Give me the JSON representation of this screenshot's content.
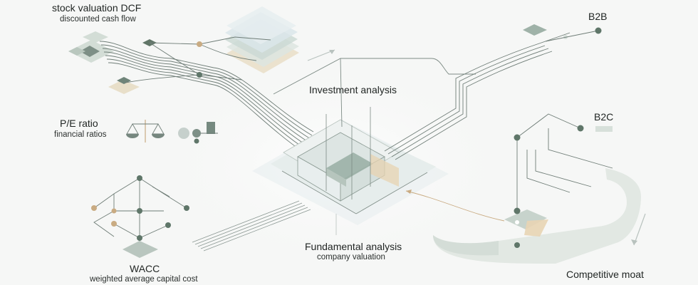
{
  "labels": {
    "dcf_title": "stock valuation DCF",
    "dcf_sub": "discounted cash flow",
    "pe_title": "P/E ratio",
    "pe_sub": "financial ratios",
    "investment": "Investment analysis",
    "b2b": "B2B",
    "b2c": "B2C",
    "wacc_title": "WACC",
    "wacc_sub": "weighted average capital cost",
    "fundamental_title": "Fundamental analysis",
    "fundamental_sub": "company valuation",
    "moat": "Competitive moat"
  },
  "colors": {
    "line": "#6f7d77",
    "node": "#5f7669",
    "accent_tan": "#c9ab82",
    "pale_green": "#cfdad3",
    "pale_blue": "#dfe7ea",
    "tan_fill": "#e9dcc4",
    "ribbon": "#e2e8e3"
  }
}
